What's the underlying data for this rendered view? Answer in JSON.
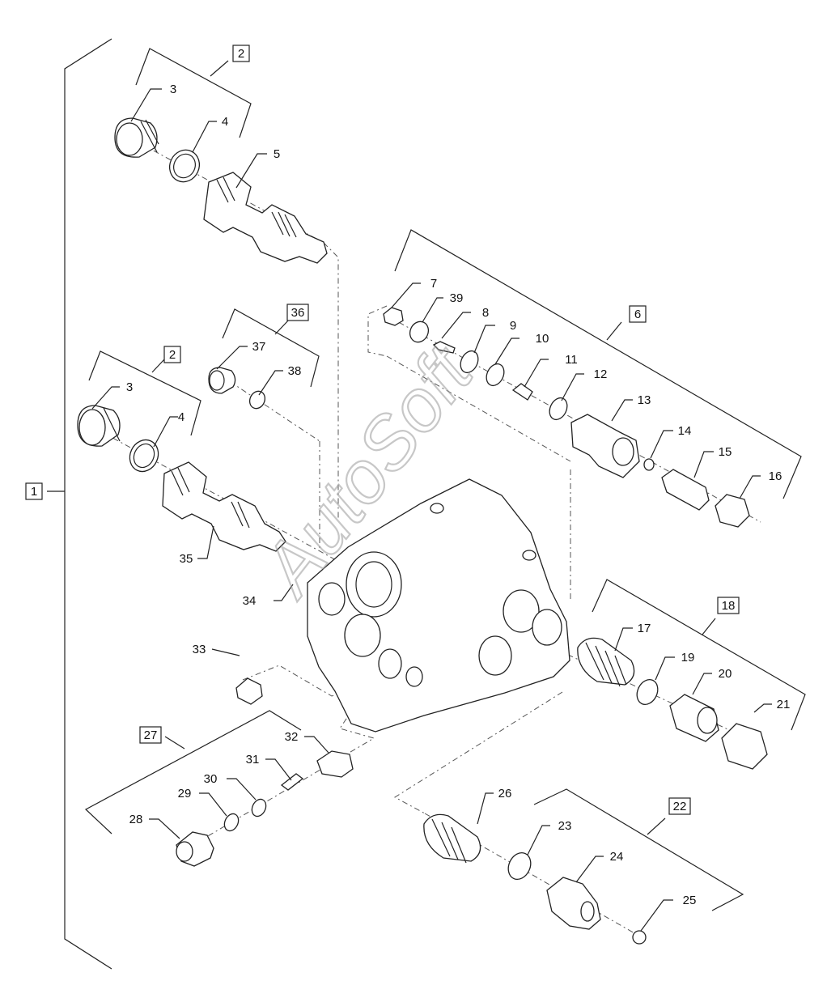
{
  "watermark": "AutoSoft",
  "parts": [
    {
      "id": "1",
      "label": "1",
      "boxed": true
    },
    {
      "id": "2a",
      "label": "2",
      "boxed": true
    },
    {
      "id": "2b",
      "label": "2",
      "boxed": true
    },
    {
      "id": "3a",
      "label": "3",
      "boxed": false
    },
    {
      "id": "3b",
      "label": "3",
      "boxed": false
    },
    {
      "id": "4a",
      "label": "4",
      "boxed": false
    },
    {
      "id": "4b",
      "label": "4",
      "boxed": false
    },
    {
      "id": "5",
      "label": "5",
      "boxed": false
    },
    {
      "id": "6",
      "label": "6",
      "boxed": true
    },
    {
      "id": "7",
      "label": "7",
      "boxed": false
    },
    {
      "id": "8",
      "label": "8",
      "boxed": false
    },
    {
      "id": "9",
      "label": "9",
      "boxed": false
    },
    {
      "id": "10",
      "label": "10",
      "boxed": false
    },
    {
      "id": "11",
      "label": "11",
      "boxed": false
    },
    {
      "id": "12",
      "label": "12",
      "boxed": false
    },
    {
      "id": "13",
      "label": "13",
      "boxed": false
    },
    {
      "id": "14",
      "label": "14",
      "boxed": false
    },
    {
      "id": "15",
      "label": "15",
      "boxed": false
    },
    {
      "id": "16",
      "label": "16",
      "boxed": false
    },
    {
      "id": "17",
      "label": "17",
      "boxed": false
    },
    {
      "id": "18",
      "label": "18",
      "boxed": true
    },
    {
      "id": "19",
      "label": "19",
      "boxed": false
    },
    {
      "id": "20",
      "label": "20",
      "boxed": false
    },
    {
      "id": "21",
      "label": "21",
      "boxed": false
    },
    {
      "id": "22",
      "label": "22",
      "boxed": true
    },
    {
      "id": "23",
      "label": "23",
      "boxed": false
    },
    {
      "id": "24",
      "label": "24",
      "boxed": false
    },
    {
      "id": "25",
      "label": "25",
      "boxed": false
    },
    {
      "id": "26",
      "label": "26",
      "boxed": false
    },
    {
      "id": "27",
      "label": "27",
      "boxed": true
    },
    {
      "id": "28",
      "label": "28",
      "boxed": false
    },
    {
      "id": "29",
      "label": "29",
      "boxed": false
    },
    {
      "id": "30",
      "label": "30",
      "boxed": false
    },
    {
      "id": "31",
      "label": "31",
      "boxed": false
    },
    {
      "id": "32",
      "label": "32",
      "boxed": false
    },
    {
      "id": "33",
      "label": "33",
      "boxed": false
    },
    {
      "id": "34",
      "label": "34",
      "boxed": false
    },
    {
      "id": "35",
      "label": "35",
      "boxed": false
    },
    {
      "id": "36",
      "label": "36",
      "boxed": true
    },
    {
      "id": "37",
      "label": "37",
      "boxed": false
    },
    {
      "id": "38",
      "label": "38",
      "boxed": false
    },
    {
      "id": "39",
      "label": "39",
      "boxed": false
    }
  ]
}
